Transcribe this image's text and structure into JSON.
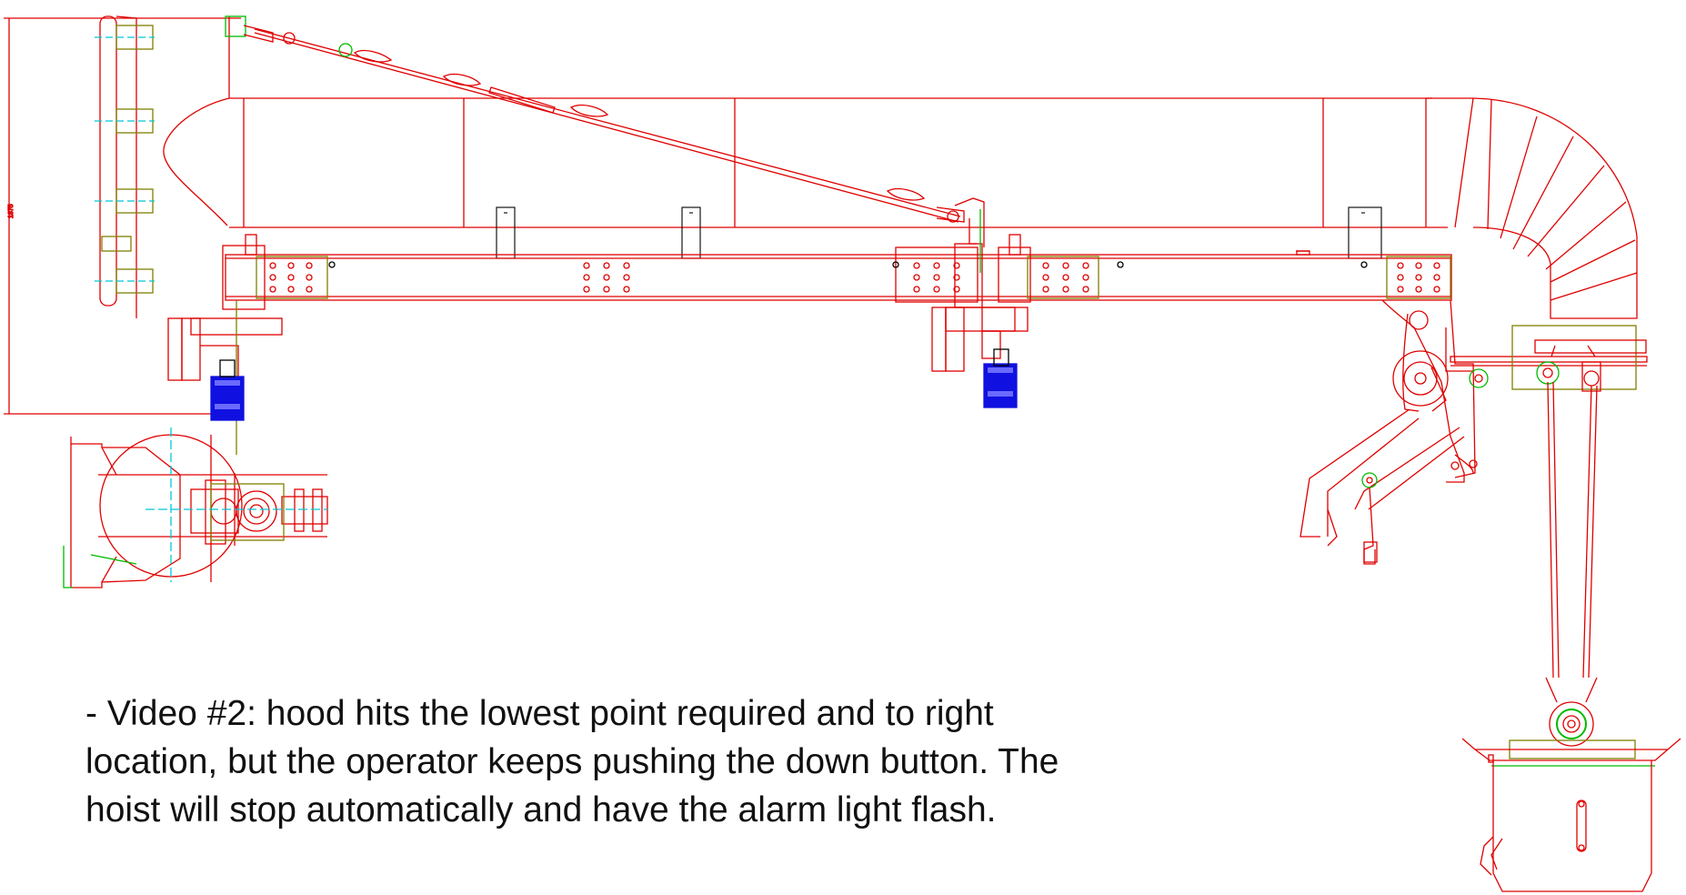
{
  "drawing": {
    "dimension_label": "1875",
    "colors": {
      "outline": "#e00000",
      "detail": "#000000",
      "green": "#00bb00",
      "olive": "#808000",
      "cyan": "#00c8d8",
      "motor": "#1010e0"
    }
  },
  "caption": {
    "lines": [
      "- Video #2: hood hits the lowest point required and to right",
      "location, but the operator keeps pushing the down button. The",
      "hoist will stop automatically and have the alarm light flash."
    ]
  }
}
